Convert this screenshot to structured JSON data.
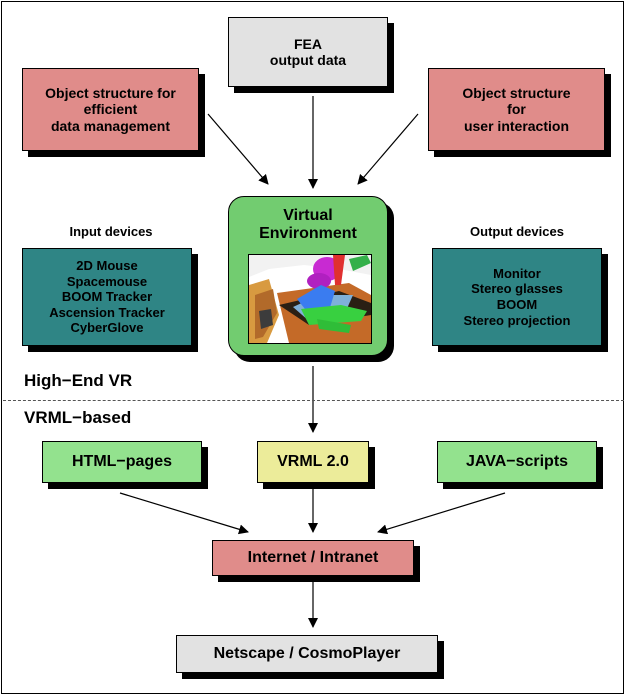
{
  "boxes": {
    "fea": "FEA\noutput data",
    "object_data": "Object structure for\nefficient\ndata management",
    "object_user": "Object structure\nfor\nuser interaction",
    "virtual_environment": "Virtual\nEnvironment",
    "input_devices_list": "2D Mouse\nSpacemouse\nBOOM Tracker\nAscension Tracker\nCyberGlove",
    "output_devices_list": "Monitor\nStereo glasses\nBOOM\nStereo projection",
    "html_pages": "HTML−pages",
    "vrml": "VRML 2.0",
    "java_scripts": "JAVA−scripts",
    "internet": "Internet / Intranet",
    "netscape": "Netscape / CosmoPlayer"
  },
  "labels": {
    "input_devices": "Input devices",
    "output_devices": "Output devices",
    "high_end_vr": "High−End VR",
    "vrml_based": "VRML−based"
  },
  "colors": {
    "gray": "#e2e2e2",
    "pink": "#e08c8a",
    "teal": "#2f8585",
    "light_green": "#93e28e",
    "khaki": "#ecec9a",
    "ve_green": "#72cc70"
  }
}
